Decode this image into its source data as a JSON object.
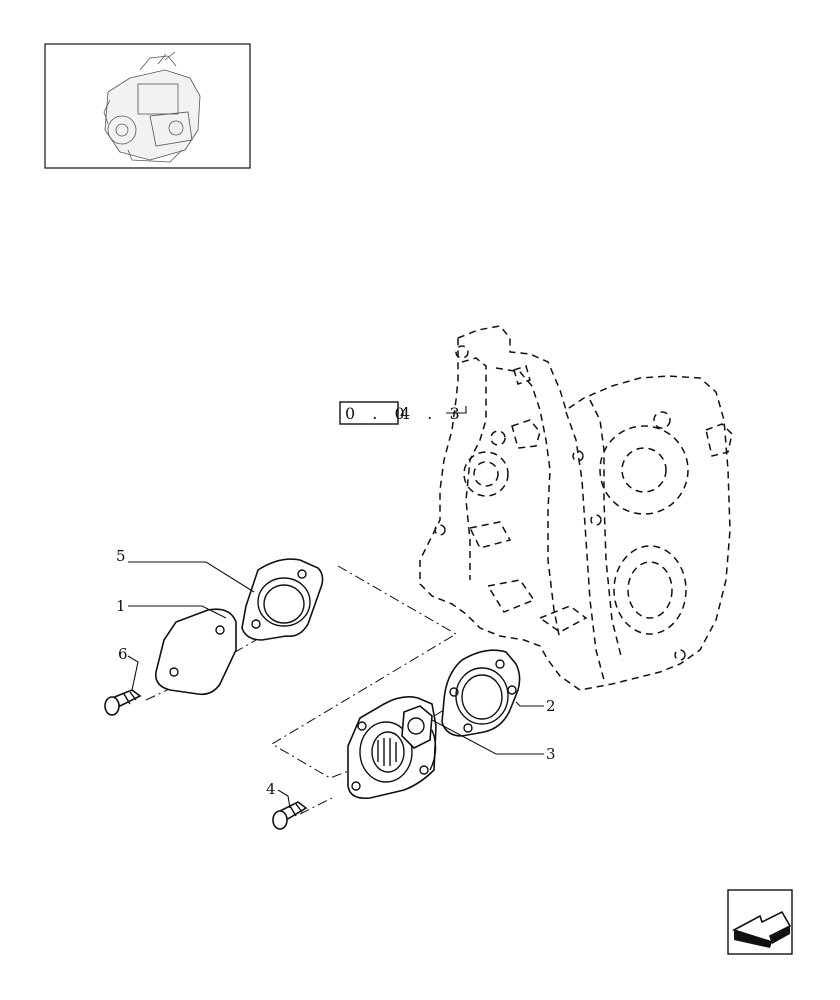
{
  "thumbnail": {
    "icon": "engine-thumbnail-icon"
  },
  "reference": {
    "boxed": "0 . 0",
    "suffix": "4 . 3"
  },
  "callouts": [
    {
      "id": "5",
      "text": "5"
    },
    {
      "id": "1",
      "text": "1"
    },
    {
      "id": "6",
      "text": "6"
    },
    {
      "id": "2",
      "text": "2"
    },
    {
      "id": "3",
      "text": "3"
    },
    {
      "id": "4",
      "text": "4"
    }
  ],
  "navigation": {
    "icon": "back-arrow-icon"
  }
}
